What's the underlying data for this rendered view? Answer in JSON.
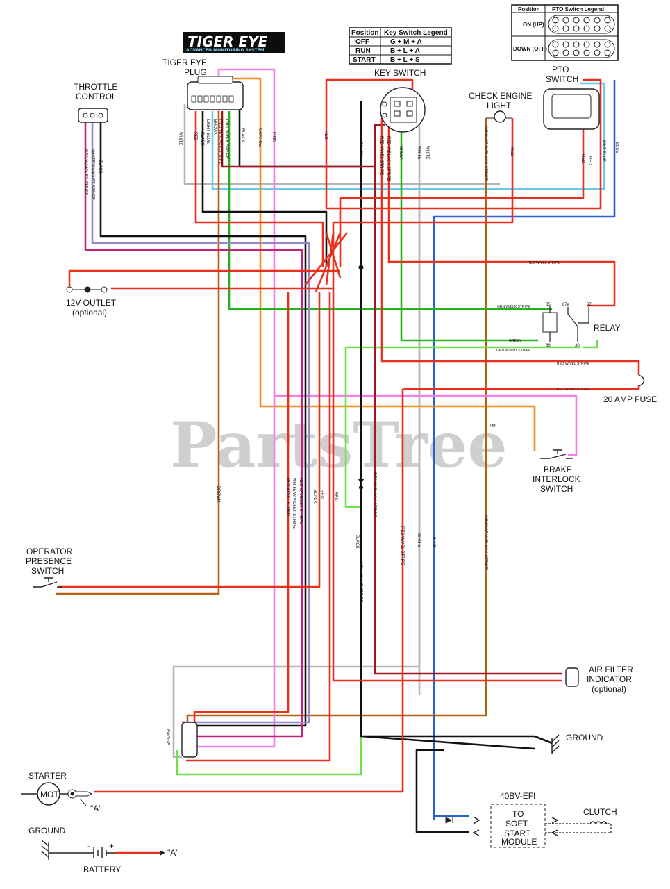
{
  "logo": {
    "title": "TIGER EYE",
    "subtitle": "ADVANCED MONITORING SYSTEM"
  },
  "watermark": {
    "text": "PartsTree",
    "tm": "TM"
  },
  "key_switch_legend": {
    "headers": [
      "Position",
      "Key Switch Legend"
    ],
    "rows": [
      [
        "OFF",
        "G + M + A"
      ],
      [
        "RUN",
        "B + L + A"
      ],
      [
        "START",
        "B + L + S"
      ]
    ]
  },
  "pto_switch_legend": {
    "headers": [
      "Position",
      "PTO Switch Legend"
    ],
    "rows": [
      [
        "ON (UP)"
      ],
      [
        "DOWN (OFF)"
      ]
    ]
  },
  "components": {
    "tiger_eye_plug": [
      "TIGER EYE",
      "PLUG"
    ],
    "throttle_control": [
      "THROTTLE",
      "CONTROL"
    ],
    "key_switch": "KEY SWITCH",
    "check_engine_light": [
      "CHECK ENGINE",
      "LIGHT"
    ],
    "pto_switch": [
      "PTO",
      "SWITCH"
    ],
    "outlet": [
      "12V OUTLET",
      "(optional)"
    ],
    "relay": "RELAY",
    "fuse": "20 AMP FUSE",
    "brake_interlock": [
      "BRAKE",
      "INTERLOCK",
      "SWITCH"
    ],
    "operator_presence": [
      "OPERATOR",
      "PRESENCE",
      "SWITCH"
    ],
    "air_filter": [
      "AIR FILTER",
      "INDICATOR",
      "(optional)"
    ],
    "ground_right": "GROUND",
    "engine": "ENGINE",
    "starter": "STARTER",
    "starter_motor": "MOT",
    "ground_left": "GROUND",
    "battery": "BATTERY",
    "terminal_a": "\"A\"",
    "efi_module": "40BV-EFI",
    "soft_start": [
      "TO",
      "SOFT",
      "START",
      "MODULE"
    ],
    "clutch": "CLUTCH"
  },
  "relay_pins": [
    "85",
    "87a",
    "87",
    "86",
    "30"
  ],
  "battery_signs": [
    "-",
    "+"
  ],
  "wire_labels": {
    "red": "RED",
    "black": "BLACK",
    "white": "WHITE",
    "orange": "ORANGE",
    "pink": "PINK",
    "green": "GREEN",
    "blue": "BLUE",
    "light_blue": "LIGHT BLUE",
    "brown": "BROWN",
    "red_yel": "RED W/YEL STRIPE",
    "red_blk": "RED W/BLACK STRIPE",
    "red_vio": "RED W/VIOLET STRIPE",
    "white_vio": "WHITE W/VIOLET STRIPE",
    "grn_blk": "GRN W/BLK STRIPE",
    "grn_wht": "GRN W/WHT STRIPE",
    "orange_blk": "ORANGE W/BLACK STRIPE"
  },
  "colors": {
    "red": "#e8301c",
    "orange": "#f28a1e",
    "black": "#111111",
    "white_wire": "#b5b5b5",
    "pink": "#f27ee8",
    "green": "#26b21a",
    "lt_green": "#6ee04a",
    "blue": "#2a5fd6",
    "lt_blue": "#6cc7ec",
    "brown": "#b85d12",
    "dark_red": "#a2141e",
    "violet": "#9b86c9",
    "magenta": "#c7207a"
  }
}
